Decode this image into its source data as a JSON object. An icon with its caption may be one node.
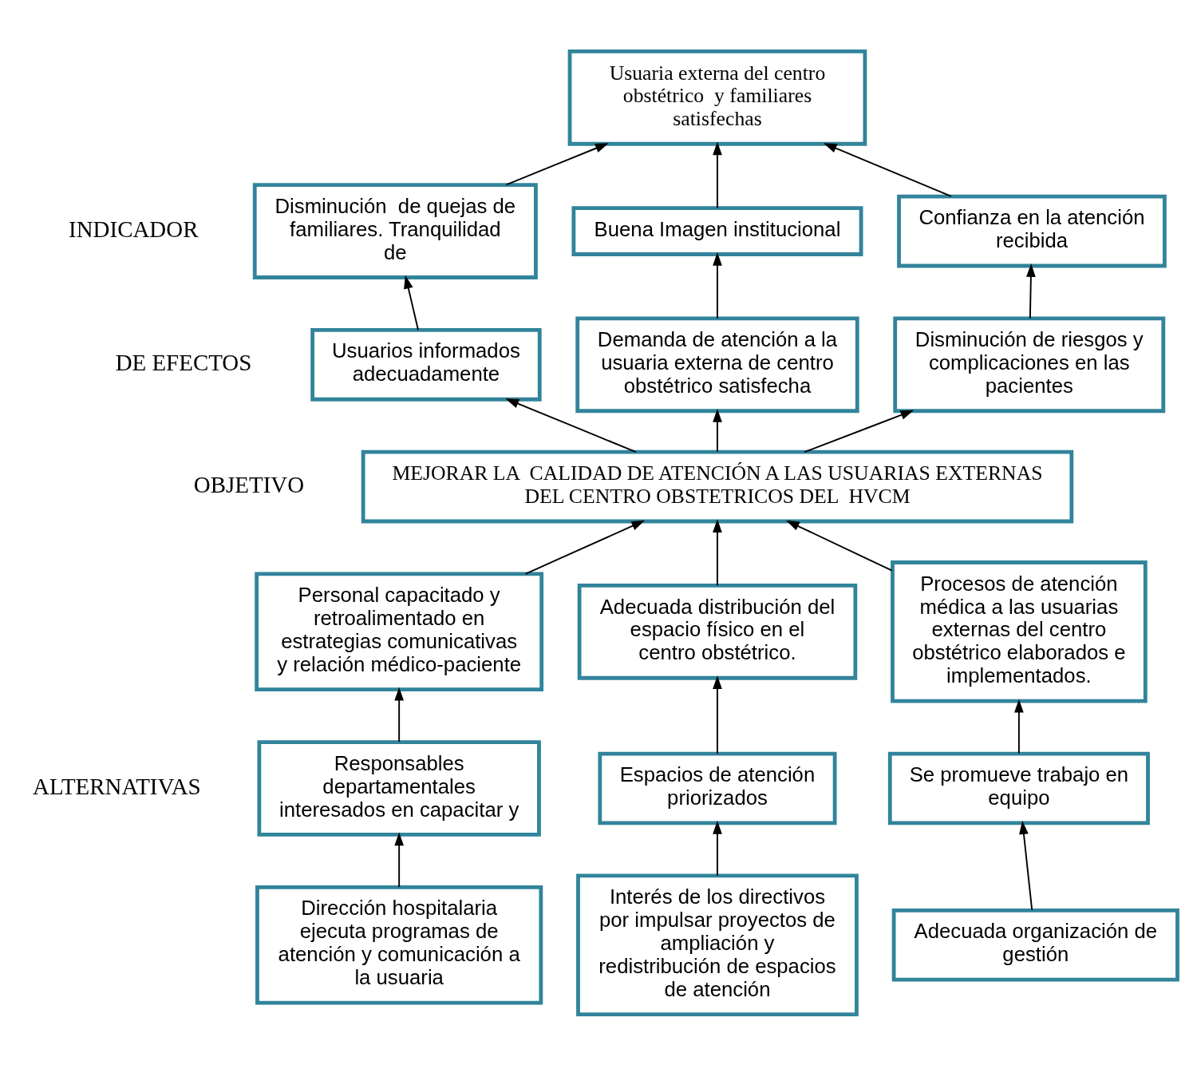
{
  "diagram": {
    "nodes": [
      {
        "text": [
          "Usuaria externa del centro obstétrico  y familiares satisfechas"
        ]
      },
      {
        "text": [
          "Disminución  de quejas de familiares. Tranquilidad de"
        ]
      },
      {
        "text": [
          "Buena Imagen institucional"
        ]
      },
      {
        "text": [
          "Confianza en la atención recibida"
        ]
      },
      {
        "text": [
          "Usuarios informados adecuadamente"
        ]
      },
      {
        "text": [
          "Demanda de atención a la usuaria externa de centro obstétrico satisfecha"
        ]
      },
      {
        "text": [
          "Disminución de riesgos y complicaciones en las pacientes"
        ]
      },
      {
        "text": [
          "MEJORAR LA  CALIDAD DE ATENCIÓN A LAS USUARIAS EXTERNAS DEL CENTRO OBSTETRICOS DEL  HVCM"
        ]
      },
      {
        "text": [
          "Personal capacitado y retroalimentado en estrategias comunicativas y relación médico-paciente"
        ]
      },
      {
        "text": [
          "Adecuada distribución del espacio físico en el centro obstétrico."
        ]
      },
      {
        "text": [
          "Procesos de atención médica a las usuarias externas del centro obstétrico elaborados e implementados."
        ]
      },
      {
        "text": [
          "Responsables departamentales interesados en capacitar y"
        ]
      },
      {
        "text": [
          "Espacios de atención priorizados"
        ]
      },
      {
        "text": [
          "Se promueve trabajo en equipo"
        ]
      },
      {
        "text": [
          "Dirección hospitalaria ejecuta programas de atención y comunicación a la usuaria"
        ]
      },
      {
        "text": [
          "Interés de los directivos por impulsar proyectos de ampliación y redistribución de espacios de atención"
        ]
      },
      {
        "text": [
          "Adecuada organización de gestión"
        ]
      }
    ],
    "edges": [
      {
        "from": 1,
        "to": 0,
        "arrow": "to"
      },
      {
        "from": 2,
        "to": 0,
        "arrow": "to"
      },
      {
        "from": 3,
        "to": 0,
        "arrow": "to"
      },
      {
        "from": 4,
        "to": 1,
        "arrow": "to"
      },
      {
        "from": 5,
        "to": 2,
        "arrow": "to"
      },
      {
        "from": 6,
        "to": 3,
        "arrow": "to"
      },
      {
        "from": 7,
        "to": 4,
        "arrow": "to"
      },
      {
        "from": 7,
        "to": 5,
        "arrow": "to"
      },
      {
        "from": 7,
        "to": 6,
        "arrow": "to"
      },
      {
        "from": 8,
        "to": 7,
        "arrow": "to"
      },
      {
        "from": 9,
        "to": 7,
        "arrow": "to"
      },
      {
        "from": 10,
        "to": 7,
        "arrow": "to"
      },
      {
        "from": 11,
        "to": 8,
        "arrow": "to"
      },
      {
        "from": 12,
        "to": 9,
        "arrow": "to"
      },
      {
        "from": 13,
        "to": 10,
        "arrow": "to"
      },
      {
        "from": 14,
        "to": 11,
        "arrow": "to"
      },
      {
        "from": 15,
        "to": 12,
        "arrow": "to"
      },
      {
        "from": 16,
        "to": 13,
        "arrow": "to"
      }
    ],
    "labels": [
      "INDICADOR",
      "DE EFECTOS",
      "OBJETIVO",
      "ALTERNATIVAS"
    ]
  }
}
